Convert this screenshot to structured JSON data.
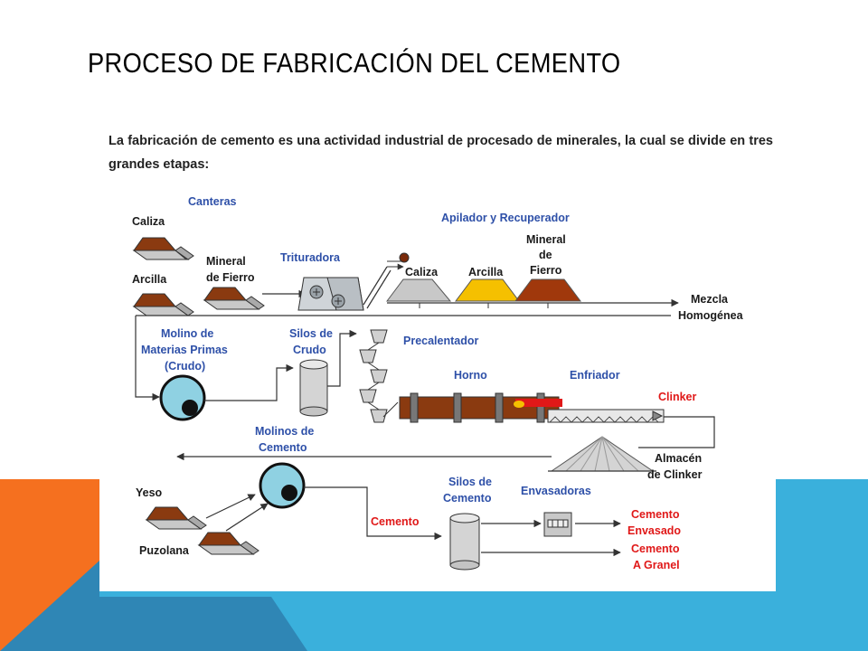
{
  "slide": {
    "title": "PROCESO DE FABRICACIÓN DEL CEMENTO",
    "intro_text": "La fabricación de cemento es una actividad industrial de procesado de minerales, la cual se divide en tres grandes etapas:",
    "colors": {
      "orange": "#f5701f",
      "blue": "#3ab0dc",
      "dark_blue": "#2d7fb0"
    }
  },
  "diagram": {
    "canteras": "Canteras",
    "caliza": "Caliza",
    "arcilla": "Arcilla",
    "mineral_fierro_1": "Mineral",
    "mineral_fierro_2": "de Fierro",
    "trituradora": "Trituradora",
    "apilador": "Apilador y Recuperador",
    "pile_caliza": "Caliza",
    "pile_arcilla": "Arcilla",
    "pile_mineral_1": "Mineral",
    "pile_mineral_2": "de",
    "pile_mineral_3": "Fierro",
    "mezcla_1": "Mezcla",
    "mezcla_2": "Homogénea",
    "molino_mp_1": "Molino de",
    "molino_mp_2": "Materias Primas",
    "molino_mp_3": "(Crudo)",
    "silos_crudo_1": "Silos de",
    "silos_crudo_2": "Crudo",
    "precalentador": "Precalentador",
    "horno": "Horno",
    "enfriador": "Enfriador",
    "clinker": "Clinker",
    "almacen_1": "Almacén",
    "almacen_2": "de Clinker",
    "molinos_cemento_1": "Molinos de",
    "molinos_cemento_2": "Cemento",
    "yeso": "Yeso",
    "puzolana": "Puzolana",
    "cemento": "Cemento",
    "silos_cemento_1": "Silos de",
    "silos_cemento_2": "Cemento",
    "envasadoras": "Envasadoras",
    "cemento_envasado_1": "Cemento",
    "cemento_envasado_2": "Envasado",
    "cemento_granel_1": "Cemento",
    "cemento_granel_2": "A Granel"
  }
}
